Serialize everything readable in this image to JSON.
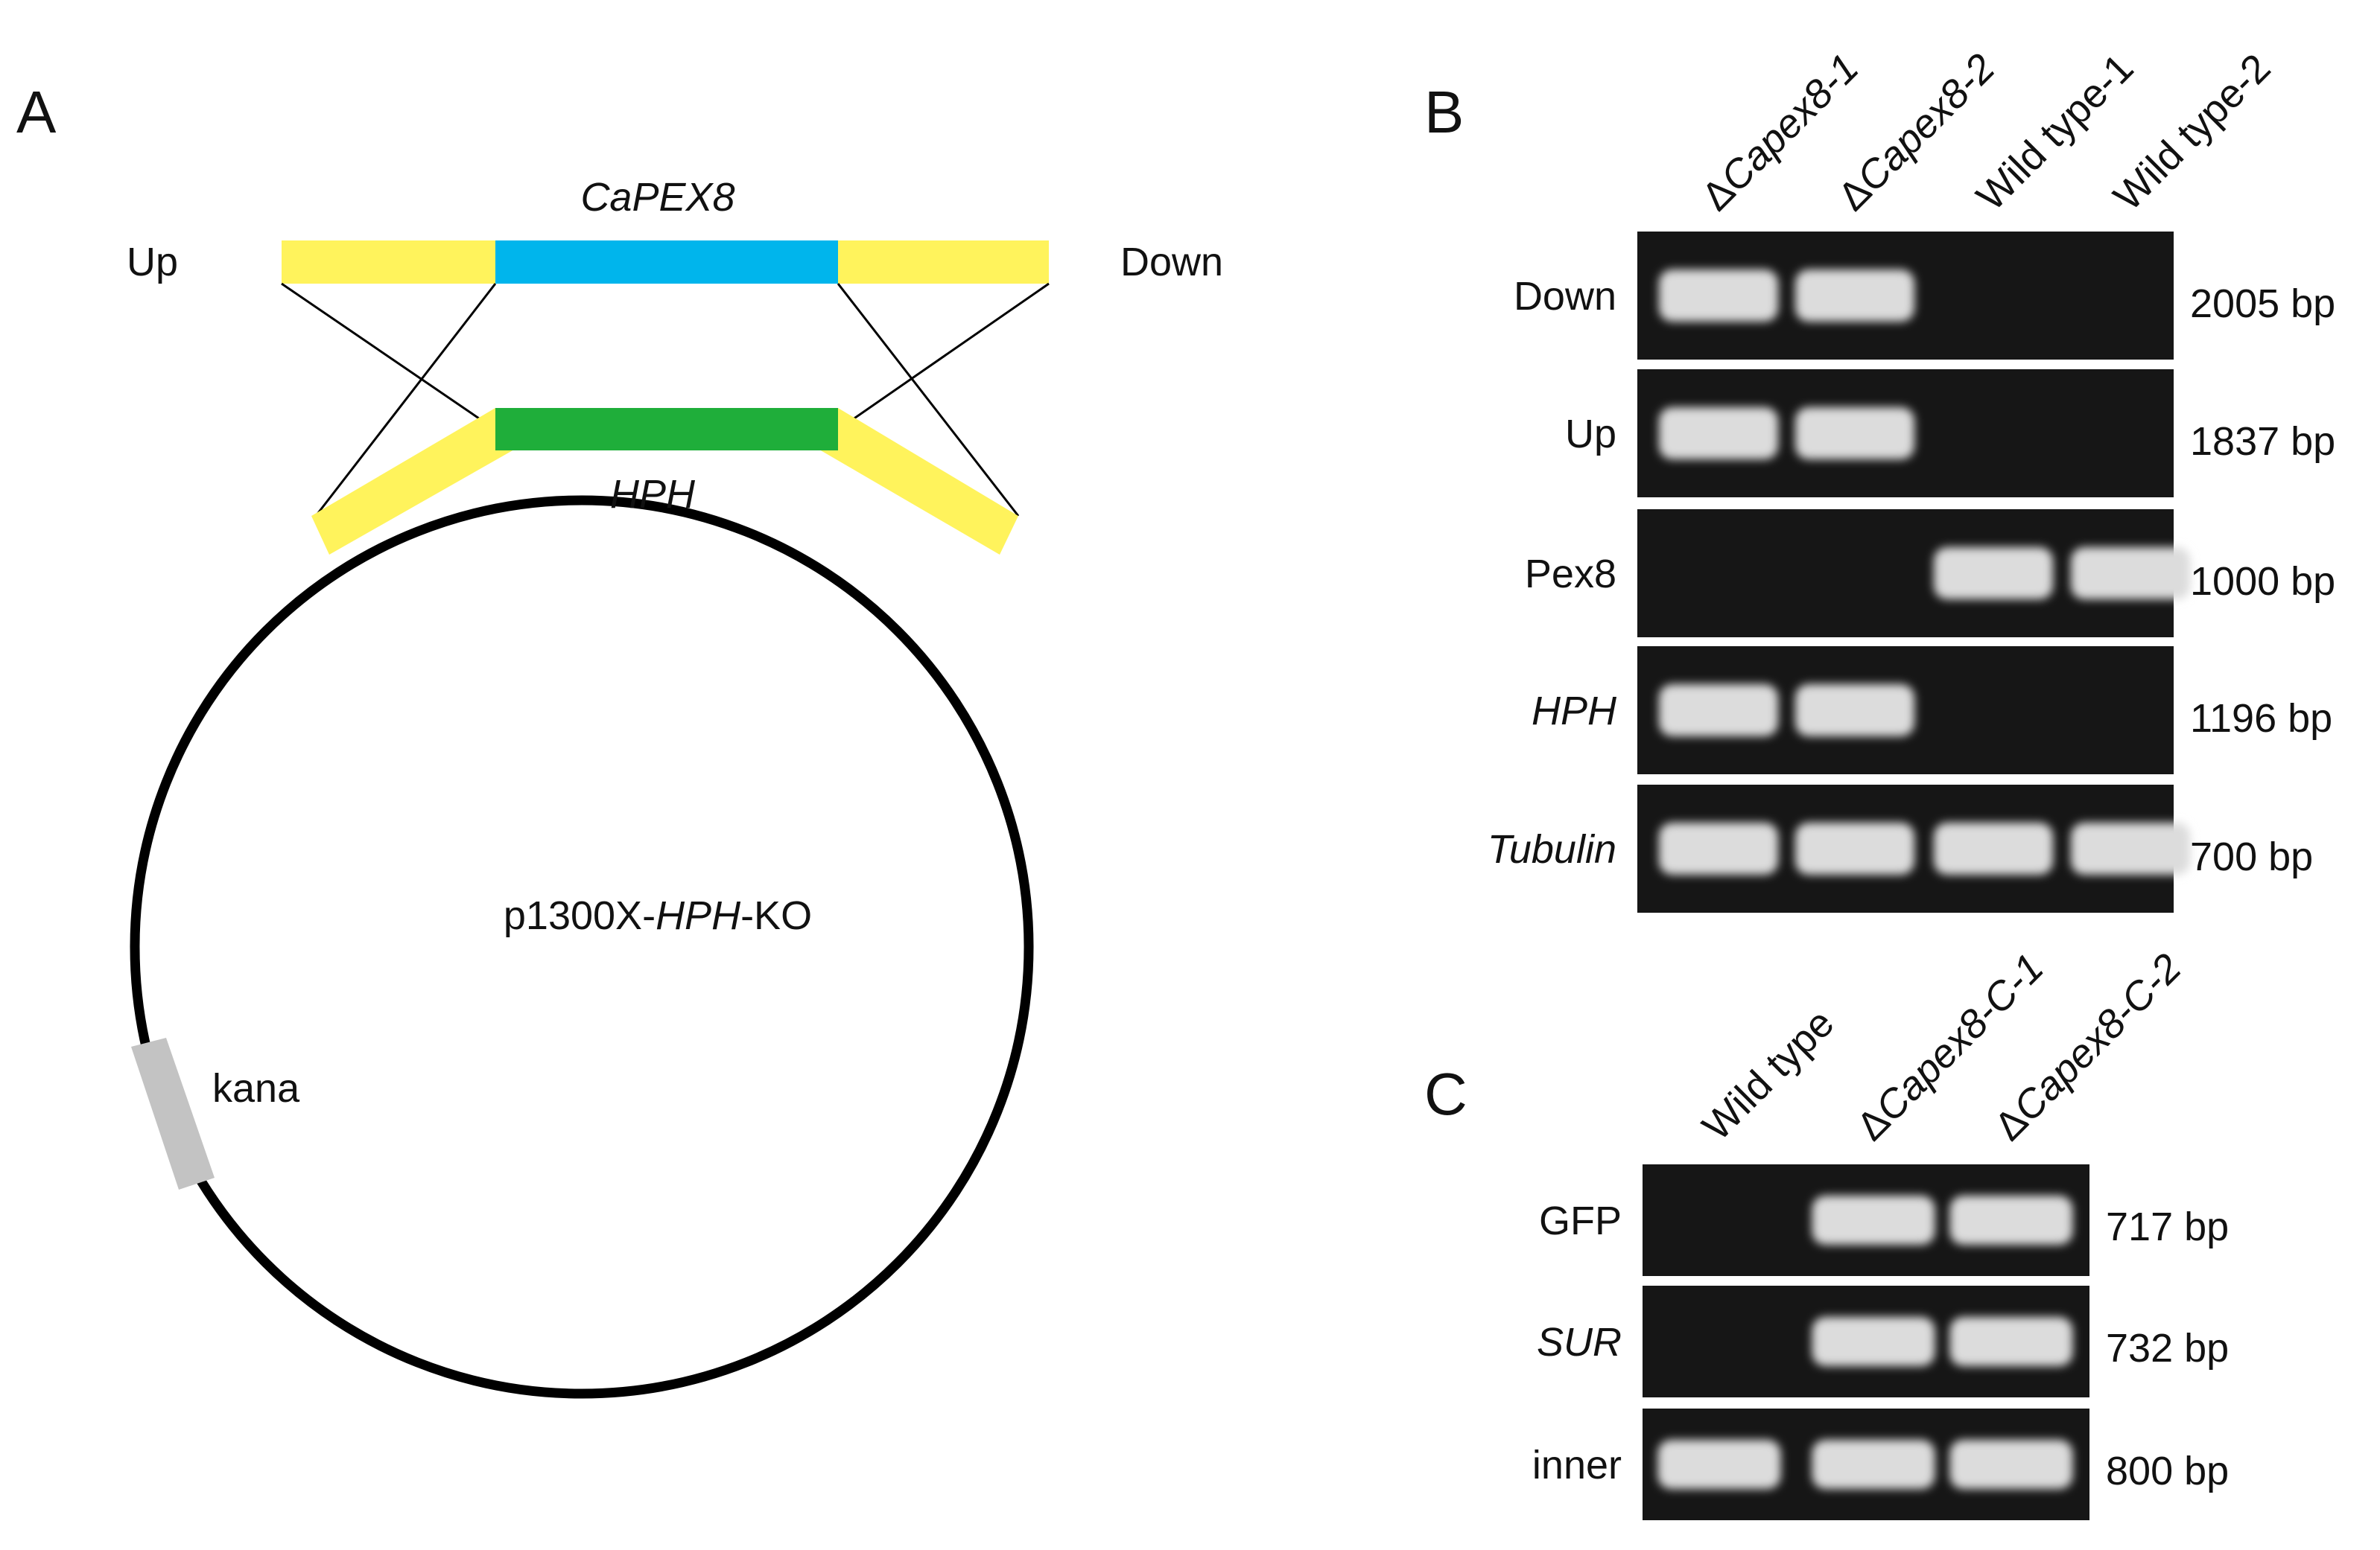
{
  "panels": {
    "a": {
      "letter": "A",
      "gene_label": "CaPEX8",
      "up_label": "Up",
      "down_label": "Down",
      "marker_label": "HPH",
      "plasmid_prefix": "p1300X-",
      "plasmid_marker": "HPH",
      "plasmid_suffix": "-KO",
      "resistance_label": "kana"
    },
    "b": {
      "letter": "B",
      "lanes": [
        "Capex8-1",
        "Capex8-2",
        "Wild type-1",
        "Wild type-2"
      ],
      "lane_delta": [
        "Δ",
        "Δ",
        "",
        ""
      ],
      "rows": [
        {
          "label": "Down",
          "size": "2005 bp",
          "bands": [
            1,
            1,
            0,
            0
          ]
        },
        {
          "label": "Up",
          "size": "1837 bp",
          "bands": [
            1,
            1,
            0,
            0
          ]
        },
        {
          "label": "Pex8",
          "size": "1000 bp",
          "bands": [
            0,
            0,
            1,
            1
          ]
        },
        {
          "label": "HPH",
          "size": "1196 bp",
          "bands": [
            1,
            1,
            0,
            0
          ]
        },
        {
          "label": "Tubulin",
          "size": "700 bp",
          "bands": [
            1,
            1,
            1,
            1
          ]
        }
      ]
    },
    "c": {
      "letter": "C",
      "lanes": [
        "Wild type",
        "Capex8-C-1",
        "Capex8-C-2"
      ],
      "lane_delta": [
        "",
        "Δ",
        "Δ"
      ],
      "rows": [
        {
          "label": "GFP",
          "size": "717 bp",
          "bands": [
            0,
            1,
            1
          ]
        },
        {
          "label": "SUR",
          "size": "732 bp",
          "bands": [
            0,
            1,
            1
          ]
        },
        {
          "label": "inner",
          "size": "800 bp",
          "bands": [
            1,
            1,
            1
          ]
        }
      ]
    }
  },
  "colors": {
    "flank": "#fff35c",
    "gene": "#00b5ec",
    "marker": "#1fae3a",
    "resistance": "#c3c3c3",
    "gel": "#161616",
    "band": "#dcdcdc"
  }
}
